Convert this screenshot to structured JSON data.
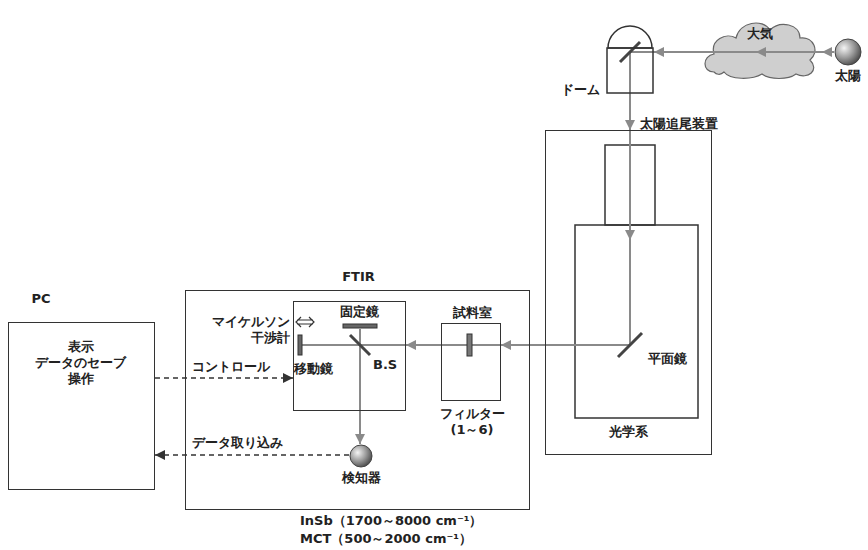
{
  "diagram": {
    "nodes": [
      {
        "text": [
          "太陽"
        ]
      },
      {
        "text": [
          "大気"
        ]
      },
      {
        "text": [
          "ドーム",
          "太陽追尾装置"
        ]
      },
      {
        "text": [
          "光学系"
        ]
      },
      {
        "text": [
          "FTIR"
        ]
      },
      {
        "text": [
          "マイケルソン 干渉計"
        ],
        "in": 4
      },
      {
        "text": [
          "試料室",
          "フィルター (1～6)"
        ],
        "in": 4
      },
      {
        "text": [
          "検知器"
        ],
        "in": 4
      },
      {
        "text": [
          "PC",
          "表示 データのセーブ 操作"
        ]
      }
    ],
    "edges": [
      {
        "from": 0,
        "to": 1,
        "arrow": "to"
      },
      {
        "from": 1,
        "to": 2,
        "arrow": "to"
      },
      {
        "from": 2,
        "to": 3,
        "arrow": "to"
      },
      {
        "from": 3,
        "to": 6,
        "arrow": "to"
      },
      {
        "from": 6,
        "to": 5,
        "arrow": "to"
      },
      {
        "from": 5,
        "to": 7,
        "arrow": "to"
      },
      {
        "from": 8,
        "to": 5,
        "label": "コントロール",
        "arrow": "to"
      },
      {
        "from": 7,
        "to": 8,
        "label": "データ取り込み",
        "arrow": "to"
      }
    ],
    "labels": [
      "平面鏡",
      "固定鏡",
      "移動鏡",
      "B.S",
      "InSb（1700～8000 cm⁻¹）",
      "MCT（500～2000 cm⁻¹）"
    ]
  }
}
